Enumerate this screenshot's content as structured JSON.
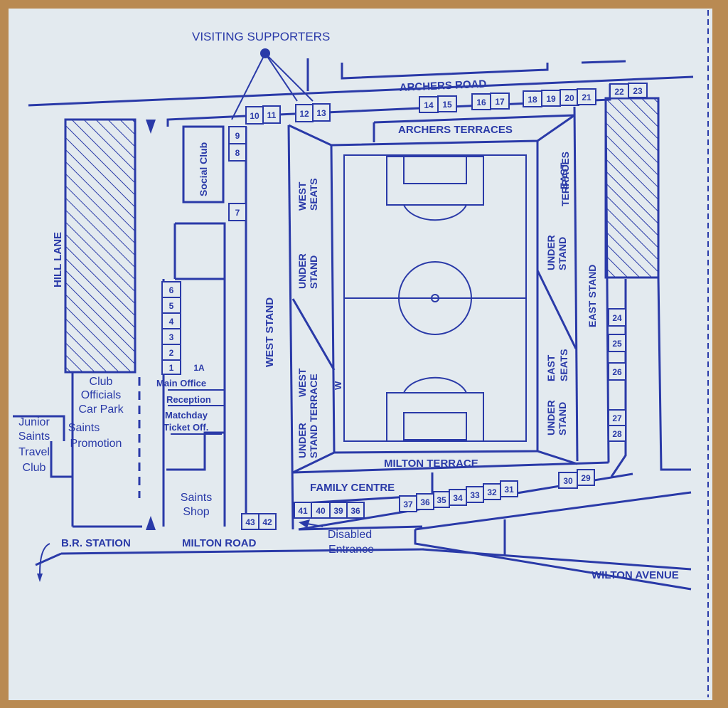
{
  "labels": {
    "visiting_supporters": "VISITING SUPPORTERS",
    "archers_road": "ARCHERS ROAD",
    "archers_terraces": "ARCHERS TERRACES",
    "social_club": "Social Club",
    "west_seats": [
      "WEST",
      "SEATS"
    ],
    "under_stand_west": [
      "UNDER",
      "STAND"
    ],
    "west_stand": "WEST STAND",
    "under_stand_west_terrace": [
      "UNDER",
      "WEST",
      "STAND TERRACE"
    ],
    "w_marker": "W",
    "east_terraces": [
      "EAST",
      "TERRACES"
    ],
    "under_stand_east_top": [
      "UNDER",
      "STAND"
    ],
    "east_stand": "EAST STAND",
    "east_seats": [
      "EAST",
      "SEATS"
    ],
    "under_stand_east_bottom": [
      "UNDER",
      "STAND"
    ],
    "milton_terrace": "MILTON TERRACE",
    "family_centre": "FAMILY CENTRE",
    "hill_lane": "HILL LANE",
    "club_officials_car_park": [
      "Club",
      "Officials",
      "Car Park"
    ],
    "junior_saints_travel_club": [
      "Junior",
      "Saints",
      "Travel",
      "Club"
    ],
    "saints_promotion": [
      "Saints",
      "Promotion"
    ],
    "main_office": "Main Office",
    "reception": "Reception",
    "matchday_ticket_office": [
      "Matchday",
      "Ticket Off."
    ],
    "saints_shop": [
      "Saints",
      "Shop"
    ],
    "br_station": "B.R. STATION",
    "milton_road": "MILTON ROAD",
    "disabled_entrance": [
      "Disabled",
      "Entrance"
    ],
    "wilton_avenue": "WILTON AVENUE"
  },
  "gates": {
    "archers_road": [
      "10",
      "11",
      "12",
      "13",
      "14",
      "15",
      "16",
      "17",
      "18",
      "19",
      "20",
      "21",
      "22",
      "23"
    ],
    "west_side": [
      "9",
      "8",
      "7"
    ],
    "office_block": [
      "6",
      "5",
      "4",
      "3",
      "2",
      "1",
      "1A"
    ],
    "east_side": [
      "24",
      "25",
      "26",
      "27",
      "28"
    ],
    "milton_terrace": [
      "29",
      "30",
      "31",
      "32",
      "33",
      "34",
      "35",
      "36",
      "37"
    ],
    "milton_road": [
      "36",
      "39",
      "40",
      "41",
      "42",
      "43"
    ]
  },
  "colors": {
    "ink": "#2a3aa8",
    "paper": "#e3eaef",
    "table": "#b98a52"
  }
}
